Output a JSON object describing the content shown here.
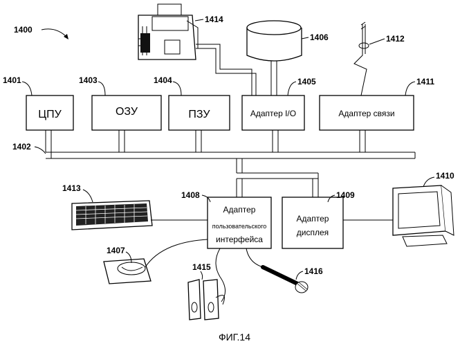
{
  "diagram": {
    "figure_ref": "1400",
    "caption": "ФИГ.14",
    "bus_ref": "1402",
    "blocks": {
      "cpu": {
        "ref": "1401",
        "label": "ЦПУ"
      },
      "ram": {
        "ref": "1403",
        "label": "ОЗУ"
      },
      "rom": {
        "ref": "1404",
        "label": "ПЗУ"
      },
      "io": {
        "ref": "1405",
        "label": "Адаптер I/O"
      },
      "comm": {
        "ref": "1411",
        "label": "Адаптер связи"
      },
      "ui": {
        "ref": "1408",
        "label_line1": "Адаптер",
        "label_line2": "пользовательского",
        "label_line3": "интерфейса"
      },
      "disp": {
        "ref": "1409",
        "label_line1": "Адаптер",
        "label_line2": "дисплея"
      }
    },
    "devices": {
      "printer": {
        "ref": "1414"
      },
      "disk": {
        "ref": "1406"
      },
      "antenna": {
        "ref": "1412"
      },
      "monitor": {
        "ref": "1410"
      },
      "keyboard": {
        "ref": "1413"
      },
      "mouse": {
        "ref": "1407"
      },
      "speakers": {
        "ref": "1415"
      },
      "microphone": {
        "ref": "1416"
      }
    }
  }
}
